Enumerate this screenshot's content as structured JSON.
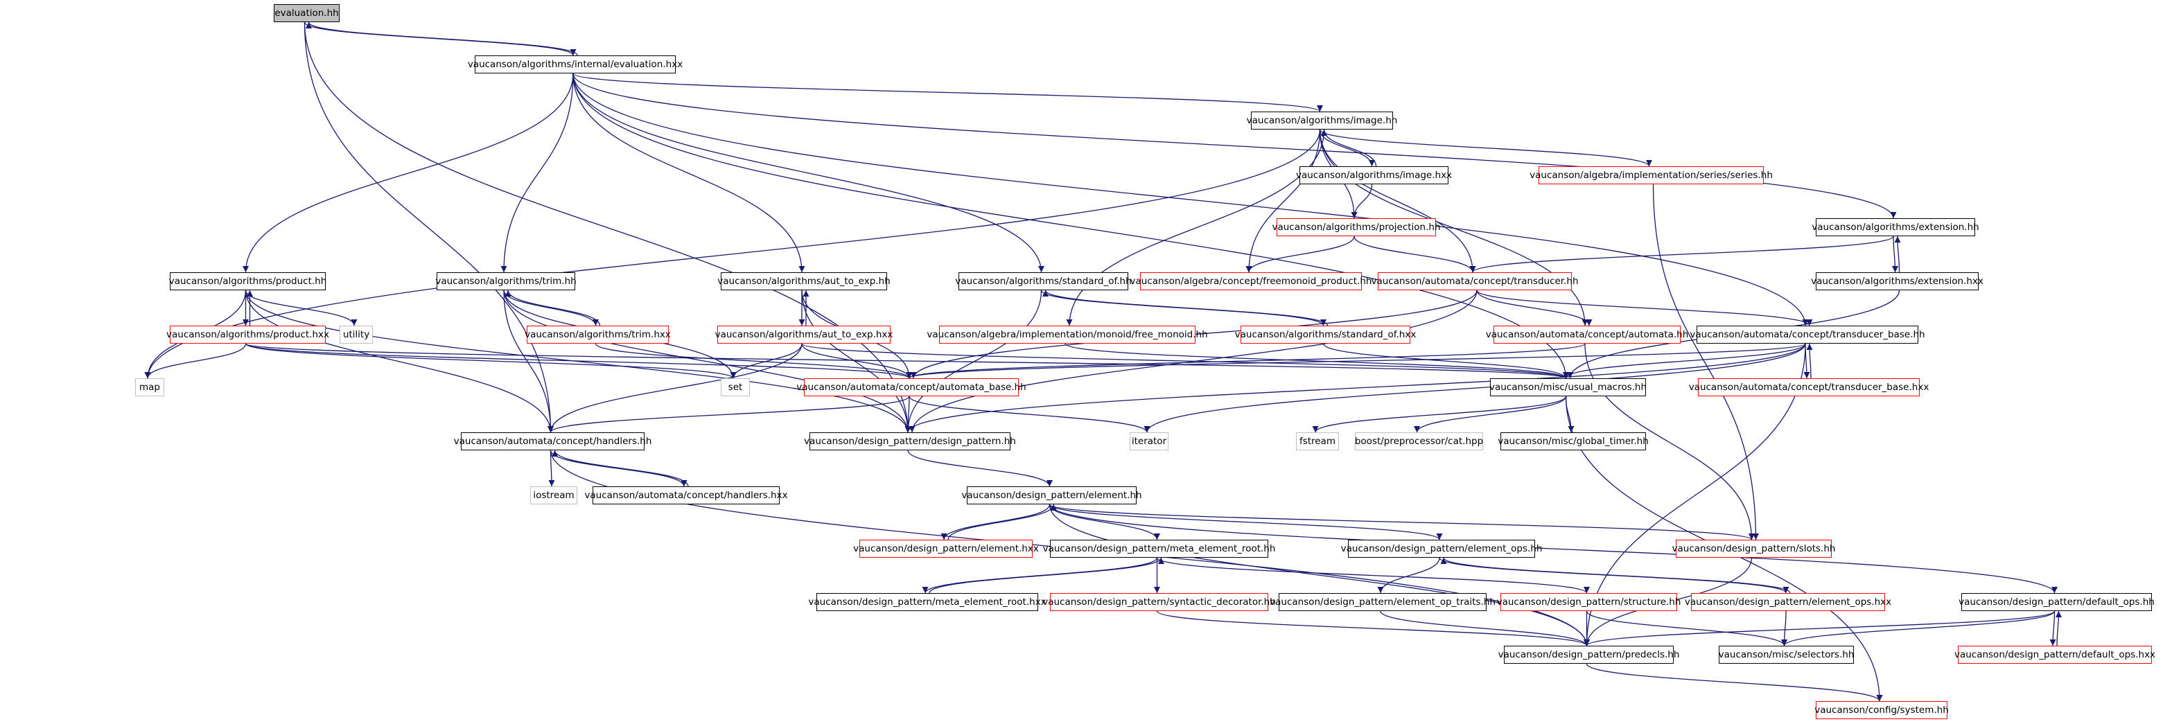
{
  "nodes": [
    {
      "id": "n0",
      "label": "evaluation.hh",
      "style": "sel"
    },
    {
      "id": "n1",
      "label": "vaucanson/algorithms/internal/evaluation.hxx",
      "style": "k"
    },
    {
      "id": "n2",
      "label": "vaucanson/algorithms/image.hh",
      "style": "k"
    },
    {
      "id": "n3",
      "label": "vaucanson/algorithms/image.hxx",
      "style": "k"
    },
    {
      "id": "n4",
      "label": "vaucanson/algebra/implementation/series/series.hh",
      "style": "r"
    },
    {
      "id": "n5",
      "label": "vaucanson/algorithms/projection.hh",
      "style": "r"
    },
    {
      "id": "n6",
      "label": "vaucanson/algorithms/extension.hh",
      "style": "k"
    },
    {
      "id": "n7",
      "label": "vaucanson/algebra/concept/freemonoid_product.hh",
      "style": "r"
    },
    {
      "id": "n8",
      "label": "vaucanson/automata/concept/transducer.hh",
      "style": "r"
    },
    {
      "id": "n9",
      "label": "vaucanson/algorithms/extension.hxx",
      "style": "k"
    },
    {
      "id": "n10",
      "label": "vaucanson/algorithms/product.hh",
      "style": "k"
    },
    {
      "id": "n11",
      "label": "vaucanson/algorithms/trim.hh",
      "style": "k"
    },
    {
      "id": "n12",
      "label": "vaucanson/algorithms/aut_to_exp.hh",
      "style": "k"
    },
    {
      "id": "n13",
      "label": "vaucanson/algorithms/standard_of.hh",
      "style": "k"
    },
    {
      "id": "n14",
      "label": "vaucanson/algorithms/product.hxx",
      "style": "r"
    },
    {
      "id": "n15",
      "label": "utility",
      "style": "g"
    },
    {
      "id": "n16",
      "label": "vaucanson/algorithms/trim.hxx",
      "style": "r"
    },
    {
      "id": "n17",
      "label": "vaucanson/algorithms/aut_to_exp.hxx",
      "style": "r"
    },
    {
      "id": "n18",
      "label": "vaucanson/algebra/implementation/monoid/free_monoid.hh",
      "style": "r"
    },
    {
      "id": "n19",
      "label": "vaucanson/algorithms/standard_of.hxx",
      "style": "r"
    },
    {
      "id": "n20",
      "label": "vaucanson/automata/concept/automata.hh",
      "style": "r"
    },
    {
      "id": "n21",
      "label": "vaucanson/automata/concept/transducer_base.hh",
      "style": "k"
    },
    {
      "id": "n22",
      "label": "map",
      "style": "g"
    },
    {
      "id": "n23",
      "label": "set",
      "style": "g"
    },
    {
      "id": "n24",
      "label": "vaucanson/automata/concept/automata_base.hh",
      "style": "r"
    },
    {
      "id": "n25",
      "label": "vaucanson/misc/usual_macros.hh",
      "style": "k"
    },
    {
      "id": "n26",
      "label": "vaucanson/automata/concept/transducer_base.hxx",
      "style": "r"
    },
    {
      "id": "n27",
      "label": "vaucanson/automata/concept/handlers.hh",
      "style": "k"
    },
    {
      "id": "n28",
      "label": "vaucanson/design_pattern/design_pattern.hh",
      "style": "k"
    },
    {
      "id": "n29",
      "label": "iterator",
      "style": "g"
    },
    {
      "id": "n30",
      "label": "fstream",
      "style": "g"
    },
    {
      "id": "n31",
      "label": "boost/preprocessor/cat.hpp",
      "style": "g"
    },
    {
      "id": "n32",
      "label": "vaucanson/misc/global_timer.hh",
      "style": "k"
    },
    {
      "id": "n33",
      "label": "iostream",
      "style": "g"
    },
    {
      "id": "n34",
      "label": "vaucanson/automata/concept/handlers.hxx",
      "style": "k"
    },
    {
      "id": "n35",
      "label": "vaucanson/design_pattern/element.hh",
      "style": "k"
    },
    {
      "id": "n36",
      "label": "vaucanson/design_pattern/element.hxx",
      "style": "r"
    },
    {
      "id": "n37",
      "label": "vaucanson/design_pattern/meta_element_root.hh",
      "style": "k"
    },
    {
      "id": "n38",
      "label": "vaucanson/design_pattern/element_ops.hh",
      "style": "k"
    },
    {
      "id": "n39",
      "label": "vaucanson/design_pattern/slots.hh",
      "style": "r"
    },
    {
      "id": "n40",
      "label": "vaucanson/design_pattern/meta_element_root.hxx",
      "style": "k"
    },
    {
      "id": "n41",
      "label": "vaucanson/design_pattern/syntactic_decorator.hh",
      "style": "r"
    },
    {
      "id": "n42",
      "label": "vaucanson/design_pattern/element_op_traits.hh",
      "style": "k"
    },
    {
      "id": "n43",
      "label": "vaucanson/design_pattern/structure.hh",
      "style": "r"
    },
    {
      "id": "n44",
      "label": "vaucanson/design_pattern/element_ops.hxx",
      "style": "r"
    },
    {
      "id": "n45",
      "label": "vaucanson/design_pattern/default_ops.hh",
      "style": "k"
    },
    {
      "id": "n46",
      "label": "vaucanson/design_pattern/predecls.hh",
      "style": "k"
    },
    {
      "id": "n47",
      "label": "vaucanson/misc/selectors.hh",
      "style": "k"
    },
    {
      "id": "n48",
      "label": "vaucanson/design_pattern/default_ops.hxx",
      "style": "r"
    },
    {
      "id": "n49",
      "label": "vaucanson/config/system.hh",
      "style": "r"
    }
  ],
  "edges": [
    [
      "n0",
      "n1"
    ],
    [
      "n1",
      "n0"
    ],
    [
      "n0",
      "n27"
    ],
    [
      "n0",
      "n28"
    ],
    [
      "n1",
      "n2"
    ],
    [
      "n1",
      "n10"
    ],
    [
      "n1",
      "n11"
    ],
    [
      "n1",
      "n12"
    ],
    [
      "n1",
      "n13"
    ],
    [
      "n1",
      "n6"
    ],
    [
      "n1",
      "n21"
    ],
    [
      "n1",
      "n25"
    ],
    [
      "n2",
      "n3"
    ],
    [
      "n3",
      "n2"
    ],
    [
      "n2",
      "n4"
    ],
    [
      "n2",
      "n5"
    ],
    [
      "n3",
      "n5"
    ],
    [
      "n2",
      "n7"
    ],
    [
      "n2",
      "n8"
    ],
    [
      "n2",
      "n18"
    ],
    [
      "n2",
      "n20"
    ],
    [
      "n2",
      "n22"
    ],
    [
      "n5",
      "n7"
    ],
    [
      "n5",
      "n8"
    ],
    [
      "n6",
      "n9"
    ],
    [
      "n9",
      "n6"
    ],
    [
      "n6",
      "n8"
    ],
    [
      "n9",
      "n25"
    ],
    [
      "n8",
      "n20"
    ],
    [
      "n8",
      "n21"
    ],
    [
      "n8",
      "n24"
    ],
    [
      "n8",
      "n28"
    ],
    [
      "n4",
      "n39"
    ],
    [
      "n10",
      "n14"
    ],
    [
      "n14",
      "n10"
    ],
    [
      "n10",
      "n15"
    ],
    [
      "n10",
      "n22"
    ],
    [
      "n10",
      "n27"
    ],
    [
      "n10",
      "n28"
    ],
    [
      "n14",
      "n22"
    ],
    [
      "n14",
      "n23"
    ],
    [
      "n14",
      "n24"
    ],
    [
      "n14",
      "n25"
    ],
    [
      "n11",
      "n16"
    ],
    [
      "n16",
      "n11"
    ],
    [
      "n11",
      "n23"
    ],
    [
      "n11",
      "n27"
    ],
    [
      "n11",
      "n28"
    ],
    [
      "n16",
      "n24"
    ],
    [
      "n12",
      "n17"
    ],
    [
      "n17",
      "n12"
    ],
    [
      "n12",
      "n24"
    ],
    [
      "n12",
      "n28"
    ],
    [
      "n17",
      "n23"
    ],
    [
      "n17",
      "n24"
    ],
    [
      "n17",
      "n25"
    ],
    [
      "n17",
      "n27"
    ],
    [
      "n13",
      "n19"
    ],
    [
      "n19",
      "n13"
    ],
    [
      "n13",
      "n28"
    ],
    [
      "n19",
      "n25"
    ],
    [
      "n18",
      "n25"
    ],
    [
      "n20",
      "n24"
    ],
    [
      "n20",
      "n39"
    ],
    [
      "n21",
      "n26"
    ],
    [
      "n26",
      "n21"
    ],
    [
      "n21",
      "n24"
    ],
    [
      "n21",
      "n25"
    ],
    [
      "n21",
      "n28"
    ],
    [
      "n21",
      "n29"
    ],
    [
      "n21",
      "n46"
    ],
    [
      "n24",
      "n27"
    ],
    [
      "n24",
      "n28"
    ],
    [
      "n24",
      "n29"
    ],
    [
      "n25",
      "n30"
    ],
    [
      "n25",
      "n31"
    ],
    [
      "n25",
      "n32"
    ],
    [
      "n25",
      "n49"
    ],
    [
      "n27",
      "n33"
    ],
    [
      "n27",
      "n34"
    ],
    [
      "n34",
      "n27"
    ],
    [
      "n27",
      "n46"
    ],
    [
      "n28",
      "n35"
    ],
    [
      "n35",
      "n36"
    ],
    [
      "n36",
      "n35"
    ],
    [
      "n35",
      "n37"
    ],
    [
      "n35",
      "n38"
    ],
    [
      "n35",
      "n39"
    ],
    [
      "n35",
      "n45"
    ],
    [
      "n35",
      "n46"
    ],
    [
      "n37",
      "n40"
    ],
    [
      "n40",
      "n37"
    ],
    [
      "n37",
      "n41"
    ],
    [
      "n37",
      "n43"
    ],
    [
      "n38",
      "n42"
    ],
    [
      "n38",
      "n44"
    ],
    [
      "n44",
      "n38"
    ],
    [
      "n41",
      "n46"
    ],
    [
      "n42",
      "n46"
    ],
    [
      "n43",
      "n46"
    ],
    [
      "n43",
      "n47"
    ],
    [
      "n44",
      "n47"
    ],
    [
      "n39",
      "n46"
    ],
    [
      "n45",
      "n46"
    ],
    [
      "n45",
      "n47"
    ],
    [
      "n45",
      "n48"
    ],
    [
      "n48",
      "n45"
    ],
    [
      "n46",
      "n49"
    ]
  ]
}
